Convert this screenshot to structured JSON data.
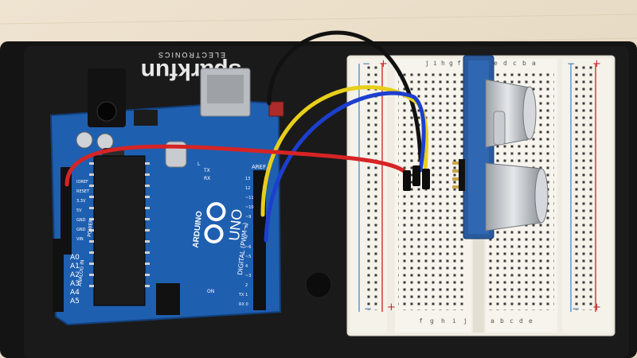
{
  "scene": {
    "description_free": true
  },
  "base_plate": {
    "brand_text": "sparkfun",
    "sub_text": "ELECTRONICS"
  },
  "arduino": {
    "model_text": "UNO",
    "brand_text": "ARDUINO",
    "digital_label": "DIGITAL (PWM~)",
    "power_label": "POWER",
    "analog_label": "ANALOG IN",
    "analog_pins": [
      "A0",
      "A1",
      "A2",
      "A3",
      "A4",
      "A5"
    ],
    "tx_label": "TX",
    "rx_label": "RX",
    "aref_label": "AREF",
    "power_pins": [
      "IOREF",
      "RESET",
      "3.3V",
      "5V",
      "GND",
      "GND",
      "VIN"
    ],
    "header_numbers": [
      "13",
      "12",
      "~11",
      "~10",
      "~9",
      "8",
      "7",
      "~6",
      "~5",
      "4",
      "~3",
      "2",
      "TX 1",
      "RX 0"
    ],
    "l_label": "L",
    "on_label": "ON"
  },
  "breadboard": {
    "column_letters_top": [
      "j",
      "i",
      "h",
      "g",
      "f",
      "e",
      "d",
      "c",
      "b",
      "a"
    ],
    "column_letters_bottom": [
      "a",
      "b",
      "c",
      "d",
      "e",
      "f",
      "g",
      "h",
      "i",
      "j"
    ],
    "plus_sign": "+",
    "minus_sign": "−"
  },
  "colors": {
    "table_wood": "#e9dcc6",
    "plate_black": "#151515",
    "arduino_blue": "#1e63b8",
    "breadboard_white": "#f2efe7",
    "wire_red": "#d62424",
    "wire_yellow": "#e8cf1a",
    "wire_blue": "#1c3fcf",
    "wire_black": "#111111"
  }
}
